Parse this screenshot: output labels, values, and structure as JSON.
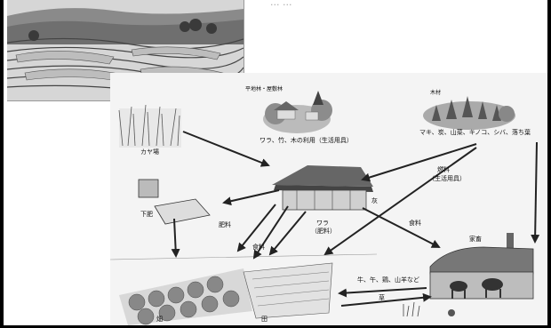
{
  "title_partial": "... ...",
  "labels": {
    "forest": "平地林・屋敷林",
    "forest_use": "ワラ、竹、木の利用（生活用具）",
    "timber": "木材",
    "timber_items": "マキ、炭、山菜、キノコ、シバ、落ち葉",
    "kaya": "カヤ場",
    "fertilizer_left": "下肥",
    "fertilizer": "肥料",
    "ash": "灰",
    "fuel": "燃料",
    "daily_goods": "（生活用具）",
    "straw": "ワラ",
    "straw_fert": "（肥料）",
    "food1": "食料",
    "food2": "食料",
    "livestock": "家畜",
    "animals": "牛、午、鶏、山羊など",
    "grass": "草",
    "field": "畑",
    "paddy": "田"
  },
  "colors": {
    "background": "#000000",
    "slide": "#ffffff",
    "arrow": "#222222"
  }
}
